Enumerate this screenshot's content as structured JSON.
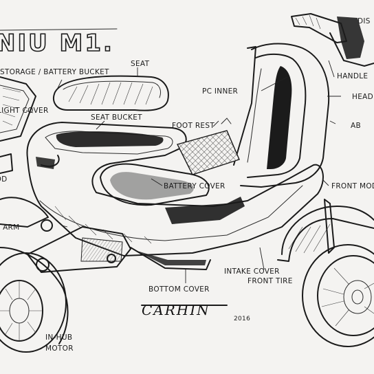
{
  "title": "NIU M1.",
  "labels": {
    "storage": "STORAGE / BATTERY BUCKET",
    "seat": "SEAT",
    "pc_inner": "PC INNER",
    "handle_partial": "HANDLE",
    "head_partial": "HEAD",
    "dis_partial": "DIS",
    "light_cover_partial": "LIGHT COVER",
    "seat_bucket": "SEAT BUCKET",
    "foot_rest": "FOOT REST",
    "ab_partial": "AB",
    "rod_partial": "ROD",
    "battery_cover": "BATTERY COVER",
    "front_mod_partial": "FRONT MOD",
    "arm_partial": "G ARM",
    "intake_cover": "INTAKE COVER",
    "front_tire": "FRONT TIRE",
    "bottom_cover": "BOTTOM COVER",
    "hub_motor": "IN-HUB",
    "motor": "MOTOR",
    "signature": "CARHIN",
    "year": "2016"
  }
}
